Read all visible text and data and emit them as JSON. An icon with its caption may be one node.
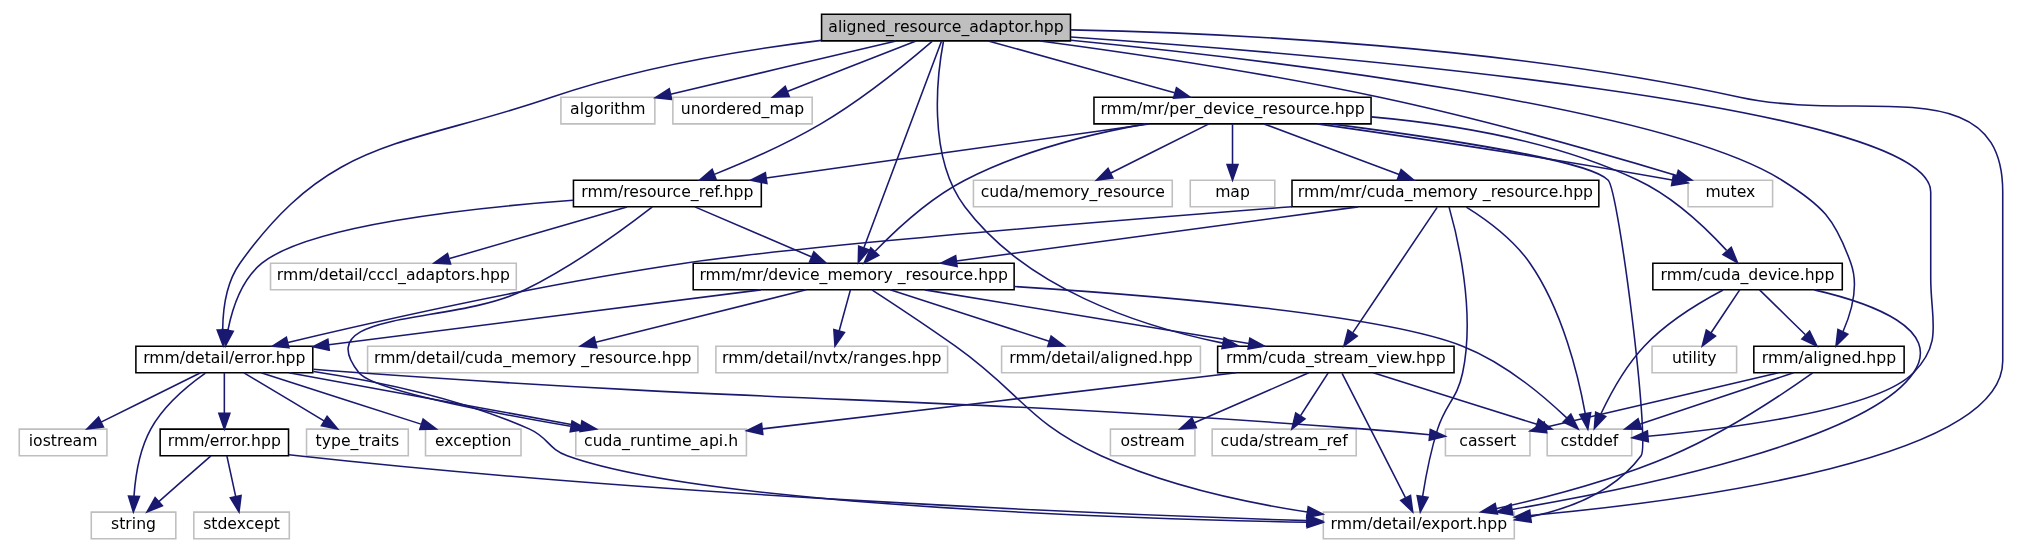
{
  "diagram": {
    "nodes": [
      {
        "text": [
          "aligned_resource_adaptor.hpp"
        ]
      },
      {
        "text": [
          "rmm/mr/per_device_resource.hpp"
        ]
      },
      {
        "text": [
          "algorithm"
        ]
      },
      {
        "text": [
          "unordered_map"
        ]
      },
      {
        "text": [
          "cuda/memory_resource"
        ]
      },
      {
        "text": [
          "map"
        ]
      },
      {
        "text": [
          "rmm/mr/cuda_memory _resource.hpp"
        ]
      },
      {
        "text": [
          "mutex"
        ]
      },
      {
        "text": [
          "rmm/resource_ref.hpp"
        ]
      },
      {
        "text": [
          "rmm/cuda_device.hpp"
        ]
      },
      {
        "text": [
          "rmm/mr/device_memory _resource.hpp"
        ]
      },
      {
        "text": [
          "rmm/detail/cccl_adaptors.hpp"
        ]
      },
      {
        "text": [
          "utility"
        ]
      },
      {
        "text": [
          "rmm/aligned.hpp"
        ]
      },
      {
        "text": [
          "rmm/cuda_stream_view.hpp"
        ]
      },
      {
        "text": [
          "rmm/detail/nvtx/ranges.hpp"
        ]
      },
      {
        "text": [
          "rmm/detail/aligned.hpp"
        ]
      },
      {
        "text": [
          "rmm/detail/cuda_memory _resource.hpp"
        ]
      },
      {
        "text": [
          "rmm/detail/error.hpp"
        ]
      },
      {
        "text": [
          "cstddef"
        ]
      },
      {
        "text": [
          "ostream"
        ]
      },
      {
        "text": [
          "cassert"
        ]
      },
      {
        "text": [
          "cuda/stream_ref"
        ]
      },
      {
        "text": [
          "cuda_runtime_api.h"
        ]
      },
      {
        "text": [
          "type_traits"
        ]
      },
      {
        "text": [
          "exception"
        ]
      },
      {
        "text": [
          "iostream"
        ]
      },
      {
        "text": [
          "rmm/error.hpp"
        ]
      },
      {
        "text": [
          "rmm/detail/export.hpp"
        ]
      },
      {
        "text": [
          "stdexcept"
        ]
      },
      {
        "text": [
          "string"
        ]
      }
    ],
    "edges": [
      {
        "from": 0,
        "to": 1,
        "arrow": "to"
      },
      {
        "from": 0,
        "to": 19,
        "arrow": "to"
      },
      {
        "from": 0,
        "to": 13,
        "arrow": "to"
      },
      {
        "from": 0,
        "to": 14,
        "arrow": "to"
      },
      {
        "from": 0,
        "to": 7,
        "arrow": "to"
      },
      {
        "from": 0,
        "to": 10,
        "arrow": "to"
      },
      {
        "from": 0,
        "to": 8,
        "arrow": "to"
      },
      {
        "from": 0,
        "to": 18,
        "arrow": "to"
      },
      {
        "from": 0,
        "to": 28,
        "arrow": "to"
      },
      {
        "from": 0,
        "to": 2,
        "arrow": "to"
      },
      {
        "from": 0,
        "to": 3,
        "arrow": "to"
      },
      {
        "from": 1,
        "to": 28,
        "arrow": "to"
      },
      {
        "from": 1,
        "to": 9,
        "arrow": "to"
      },
      {
        "from": 1,
        "to": 4,
        "arrow": "to"
      },
      {
        "from": 1,
        "to": 5,
        "arrow": "to"
      },
      {
        "from": 1,
        "to": 6,
        "arrow": "to"
      },
      {
        "from": 1,
        "to": 10,
        "arrow": "to"
      },
      {
        "from": 1,
        "to": 7,
        "arrow": "to"
      },
      {
        "from": 1,
        "to": 8,
        "arrow": "to"
      },
      {
        "from": 6,
        "to": 19,
        "arrow": "to"
      },
      {
        "from": 6,
        "to": 14,
        "arrow": "to"
      },
      {
        "from": 6,
        "to": 28,
        "arrow": "to"
      },
      {
        "from": 6,
        "to": 10,
        "arrow": "to"
      },
      {
        "from": 6,
        "to": 18,
        "arrow": "to"
      },
      {
        "from": 8,
        "to": 10,
        "arrow": "to"
      },
      {
        "from": 8,
        "to": 23,
        "arrow": "to"
      },
      {
        "from": 8,
        "to": 11,
        "arrow": "to"
      },
      {
        "from": 8,
        "to": 18,
        "arrow": "to"
      },
      {
        "from": 9,
        "to": 28,
        "arrow": "to"
      },
      {
        "from": 9,
        "to": 13,
        "arrow": "to"
      },
      {
        "from": 9,
        "to": 19,
        "arrow": "to"
      },
      {
        "from": 9,
        "to": 12,
        "arrow": "to"
      },
      {
        "from": 10,
        "to": 19,
        "arrow": "to"
      },
      {
        "from": 10,
        "to": 14,
        "arrow": "to"
      },
      {
        "from": 10,
        "to": 28,
        "arrow": "to"
      },
      {
        "from": 10,
        "to": 15,
        "arrow": "to"
      },
      {
        "from": 10,
        "to": 16,
        "arrow": "to"
      },
      {
        "from": 10,
        "to": 17,
        "arrow": "to"
      },
      {
        "from": 10,
        "to": 18,
        "arrow": "to"
      },
      {
        "from": 13,
        "to": 19,
        "arrow": "to"
      },
      {
        "from": 13,
        "to": 28,
        "arrow": "to"
      },
      {
        "from": 13,
        "to": 21,
        "arrow": "to"
      },
      {
        "from": 14,
        "to": 19,
        "arrow": "to"
      },
      {
        "from": 14,
        "to": 20,
        "arrow": "to"
      },
      {
        "from": 14,
        "to": 22,
        "arrow": "to"
      },
      {
        "from": 14,
        "to": 28,
        "arrow": "to"
      },
      {
        "from": 14,
        "to": 23,
        "arrow": "to"
      },
      {
        "from": 18,
        "to": 21,
        "arrow": "to"
      },
      {
        "from": 18,
        "to": 23,
        "arrow": "to"
      },
      {
        "from": 18,
        "to": 24,
        "arrow": "to"
      },
      {
        "from": 18,
        "to": 25,
        "arrow": "to"
      },
      {
        "from": 18,
        "to": 26,
        "arrow": "to"
      },
      {
        "from": 18,
        "to": 27,
        "arrow": "to"
      },
      {
        "from": 18,
        "to": 30,
        "arrow": "to"
      },
      {
        "from": 18,
        "to": 28,
        "arrow": "to"
      },
      {
        "from": 27,
        "to": 28,
        "arrow": "to"
      },
      {
        "from": 27,
        "to": 29,
        "arrow": "to"
      },
      {
        "from": 27,
        "to": 30,
        "arrow": "to"
      }
    ]
  }
}
